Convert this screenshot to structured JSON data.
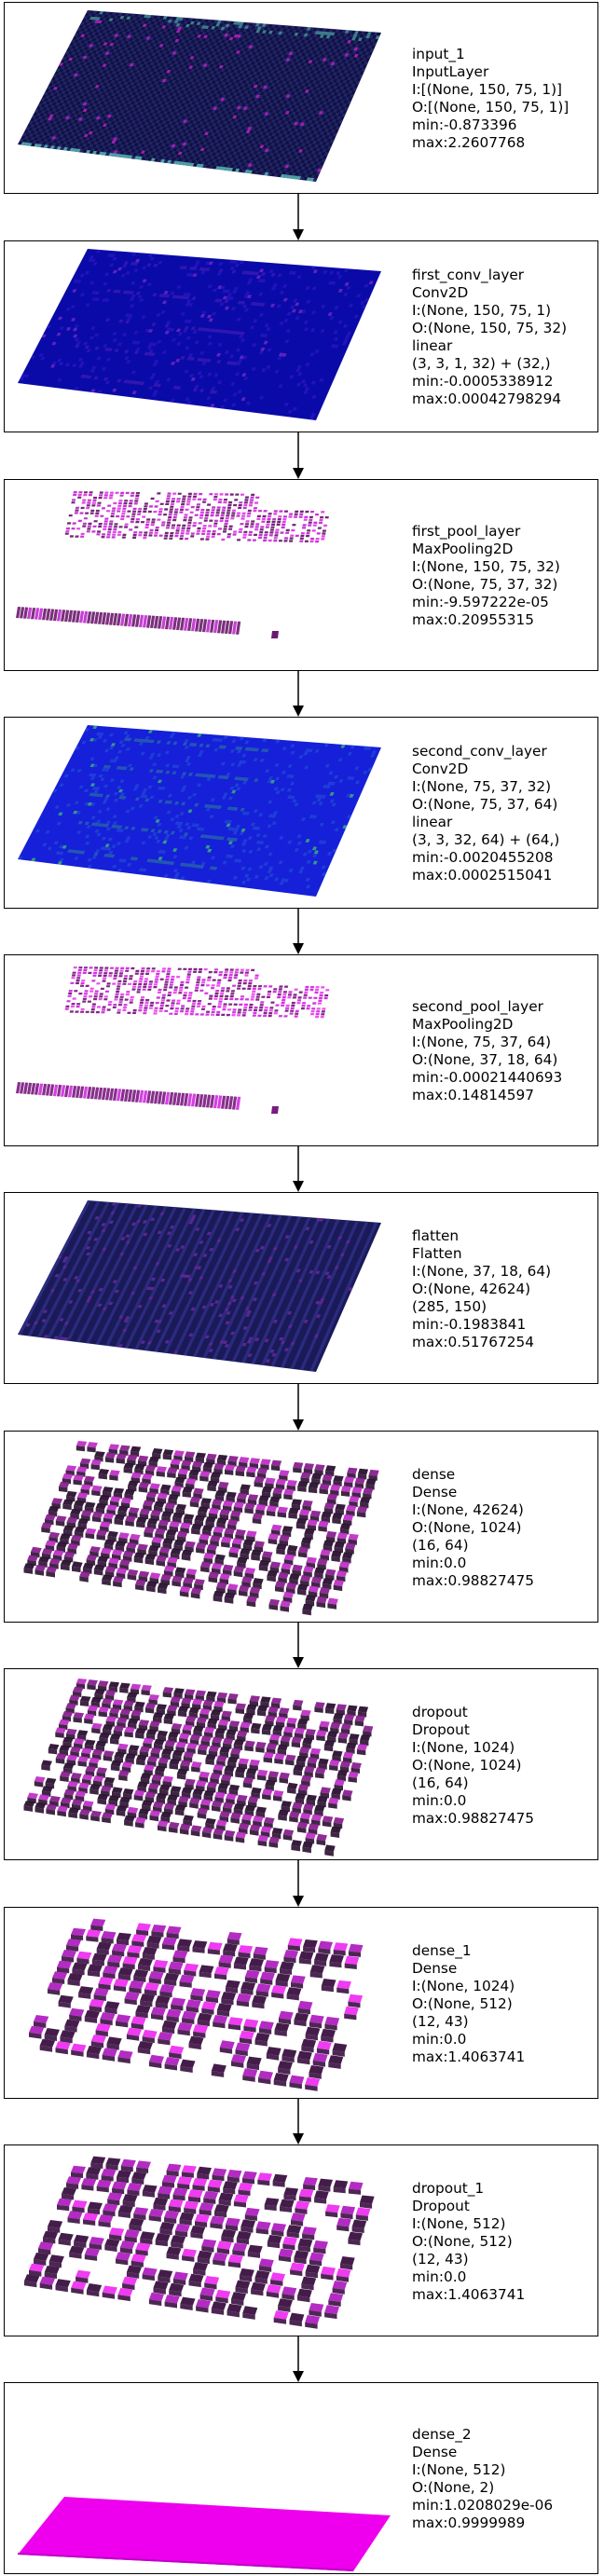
{
  "layers": [
    {
      "lines": [
        "input_1",
        "InputLayer",
        "I:[(None, 150, 75, 1)]",
        "O:[(None, 150, 75, 1)]",
        "min:-0.873396",
        "max:2.2607768"
      ],
      "viz": "grid",
      "colors": [
        "#0f1240",
        "#3a3a9a",
        "#5cc6c0",
        "#b020c0"
      ],
      "rows": 46,
      "cols": 92
    },
    {
      "lines": [
        "first_conv_layer",
        "Conv2D",
        "I:(None, 150, 75, 1)",
        "O:(None, 150, 75, 32)",
        "linear",
        "(3, 3, 1, 32) + (32,)",
        "min:-0.0005338912",
        "max:0.00042798294"
      ],
      "viz": "solid",
      "colors": [
        "#0a0aa8",
        "#3a1bd0",
        "#7a2ec8",
        "#14128a"
      ],
      "rows": 44,
      "cols": 90
    },
    {
      "lines": [
        "first_pool_layer",
        "MaxPooling2D",
        "I:(None, 150, 75, 32)",
        "O:(None, 75, 37, 32)",
        "min:-9.597222e-05",
        "max:0.20955315"
      ],
      "viz": "pool",
      "colors": [
        "#6b1a6e",
        "#c02ad0",
        "#2a1a3a",
        "#e03ae8"
      ],
      "rows": 18,
      "cols": 50
    },
    {
      "lines": [
        "second_conv_layer",
        "Conv2D",
        "I:(None, 75, 37, 32)",
        "O:(None, 75, 37, 64)",
        "linear",
        "(3, 3, 32, 64) + (64,)",
        "min:-0.0020455208",
        "max:0.0002515041"
      ],
      "viz": "solid",
      "colors": [
        "#1520d8",
        "#2a5ad8",
        "#40c070",
        "#1a28e0"
      ],
      "rows": 44,
      "cols": 90
    },
    {
      "lines": [
        "second_pool_layer",
        "MaxPooling2D",
        "I:(None, 75, 37, 64)",
        "O:(None, 37, 18, 64)",
        "min:-0.00021440693",
        "max:0.14814597"
      ],
      "viz": "pool",
      "colors": [
        "#7a1a80",
        "#d02ae0",
        "#2a1a3a",
        "#ee44f0"
      ],
      "rows": 18,
      "cols": 50
    },
    {
      "lines": [
        "flatten",
        "Flatten",
        "I:(None, 37, 18, 64)",
        "O:(None, 42624)",
        "(285, 150)",
        "min:-0.1983841",
        "max:0.51767254"
      ],
      "viz": "stripes",
      "colors": [
        "#1a1a58",
        "#3a3aa0",
        "#6a2aa0",
        "#101040"
      ],
      "rows": 46,
      "cols": 92
    },
    {
      "lines": [
        "dense",
        "Dense",
        "I:(None, 42624)",
        "O:(None, 1024)",
        "(16, 64)",
        "min:0.0",
        "max:0.98827475"
      ],
      "viz": "blocks",
      "colors": [
        "#2a1030",
        "#8a2090",
        "#c030c8",
        "#ffffff"
      ],
      "rows": 16,
      "cols": 28
    },
    {
      "lines": [
        "dropout",
        "Dropout",
        "I:(None, 1024)",
        "O:(None, 1024)",
        "(16, 64)",
        "min:0.0",
        "max:0.98827475"
      ],
      "viz": "blocks",
      "colors": [
        "#2a1030",
        "#8a2090",
        "#c030c8",
        "#ffffff"
      ],
      "rows": 16,
      "cols": 28
    },
    {
      "lines": [
        "dense_1",
        "Dense",
        "I:(None, 1024)",
        "O:(None, 512)",
        "(12, 43)",
        "min:0.0",
        "max:1.4063741"
      ],
      "viz": "blocks",
      "colors": [
        "#3a1040",
        "#b020c0",
        "#ee30f0",
        "#ffffff"
      ],
      "rows": 12,
      "cols": 20
    },
    {
      "lines": [
        "dropout_1",
        "Dropout",
        "I:(None, 512)",
        "O:(None, 512)",
        "(12, 43)",
        "min:0.0",
        "max:1.4063741"
      ],
      "viz": "blocks",
      "colors": [
        "#3a1040",
        "#b020c0",
        "#ee30f0",
        "#ffffff"
      ],
      "rows": 12,
      "cols": 20
    },
    {
      "lines": [
        "dense_2",
        "Dense",
        "I:(None, 512)",
        "O:(None, 2)",
        "min:1.0208029e-06",
        "max:0.9999989"
      ],
      "viz": "flat",
      "colors": [
        "#ee00ee",
        "#ff22ff",
        "#c000c8",
        "#ff44ff"
      ],
      "rows": 1,
      "cols": 1
    }
  ]
}
